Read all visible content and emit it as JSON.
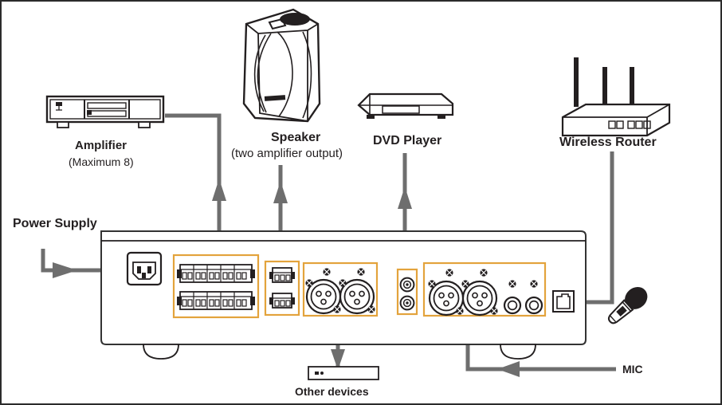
{
  "diagram": {
    "title_present": false,
    "accent_color": "#e3a33c",
    "wire_color": "#6e6e6e",
    "ink_color": "#231f20"
  },
  "devices": {
    "amplifier": {
      "label": "Amplifier",
      "sublabel": "(Maximum 8)",
      "icon": "amplifier-icon"
    },
    "speaker": {
      "label": "Speaker",
      "sublabel": "(two amplifier output)",
      "icon": "speaker-icon"
    },
    "dvd": {
      "label": "DVD Player",
      "icon": "dvd-player-icon"
    },
    "router": {
      "label": "Wireless Router",
      "icon": "wireless-router-icon"
    },
    "power": {
      "label": "Power Supply",
      "icon": "power-plug-icon"
    },
    "other": {
      "label": "Other devices",
      "icon": "other-device-icon"
    },
    "mic": {
      "label": "MIC",
      "icon": "microphone-icon"
    }
  },
  "panel": {
    "name": "rear-panel",
    "groups": [
      {
        "name": "speaker-terminal-block-group",
        "highlighted": true,
        "rows": 2,
        "pairs_per_row": 8
      },
      {
        "name": "amplifier-terminal-group",
        "highlighted": true,
        "rows": 2,
        "pairs_per_row": 1
      },
      {
        "name": "xlr-output-group",
        "highlighted": true,
        "connectors": 2
      },
      {
        "name": "rca-input-group",
        "highlighted": true,
        "connectors": 2
      },
      {
        "name": "xlr-input-group",
        "highlighted": true,
        "connectors": 2,
        "trs_jacks": 2
      },
      {
        "name": "rj45-port",
        "highlighted": false
      }
    ]
  }
}
